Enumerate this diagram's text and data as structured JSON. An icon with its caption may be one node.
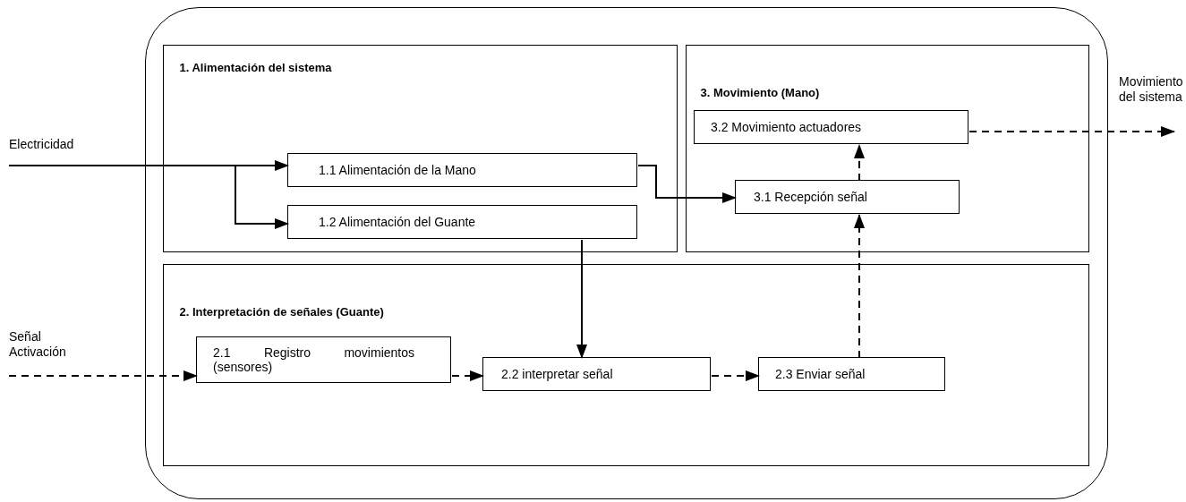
{
  "diagram": {
    "nodes": [
      {
        "text": [],
        "shape": "box"
      },
      {
        "text": [
          "1. Alimentación del sistema"
        ],
        "in": 0
      },
      {
        "text": [
          "1.1 Alimentación de la Mano"
        ],
        "in": 1
      },
      {
        "text": [
          "1.2 Alimentación del Guante"
        ],
        "in": 1
      },
      {
        "text": [
          "3. Movimiento (Mano)"
        ],
        "in": 0
      },
      {
        "text": [
          "3.2 Movimiento actuadores"
        ],
        "in": 4
      },
      {
        "text": [
          "3.1 Recepción señal"
        ],
        "in": 4
      },
      {
        "text": [
          "2. Interpretación de señales (Guante)"
        ],
        "in": 0
      },
      {
        "text": [
          "2.1 Registro movimientos (sensores)"
        ],
        "in": 7
      },
      {
        "text": [
          "2.2 interpretar señal"
        ],
        "in": 7
      },
      {
        "text": [
          "2.3 Enviar señal"
        ],
        "in": 7
      }
    ],
    "edges": [
      {
        "from": null,
        "to": 2,
        "arrow": "to",
        "label": "Electricidad"
      },
      {
        "from": null,
        "to": 3,
        "arrow": "to"
      },
      {
        "from": 2,
        "to": 6,
        "arrow": "to"
      },
      {
        "from": 3,
        "to": 9,
        "arrow": "to"
      },
      {
        "from": null,
        "to": 8,
        "arrow": "to",
        "label": "Señal Activación",
        "style": "dashed"
      },
      {
        "from": 8,
        "to": 9,
        "arrow": "to",
        "style": "dashed"
      },
      {
        "from": 9,
        "to": 10,
        "arrow": "to",
        "style": "dashed"
      },
      {
        "from": 10,
        "to": 6,
        "arrow": "to",
        "style": "dashed"
      },
      {
        "from": 6,
        "to": 5,
        "arrow": "to",
        "style": "dashed"
      },
      {
        "from": 5,
        "to": null,
        "arrow": "to",
        "label": "Movimiento del sistema",
        "style": "dashed"
      }
    ]
  }
}
